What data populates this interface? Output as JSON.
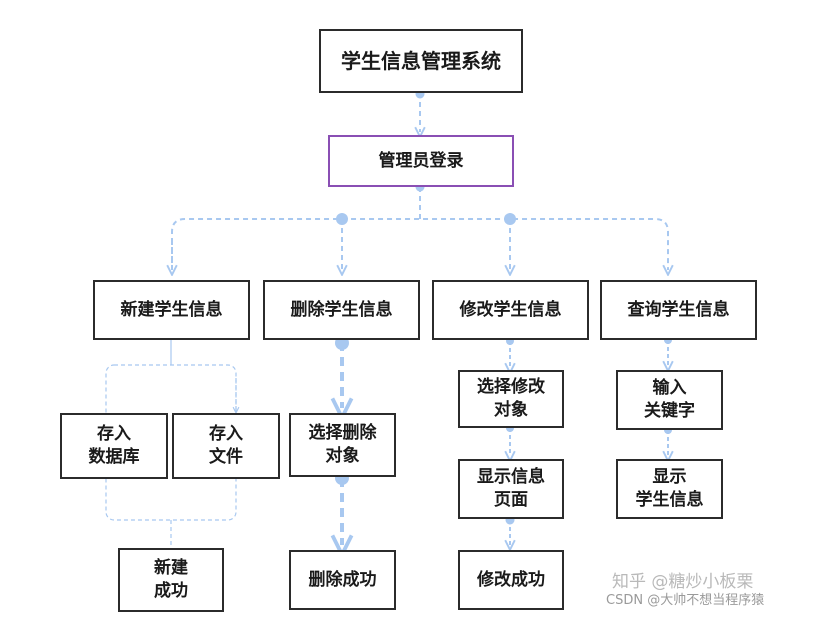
{
  "nodes": {
    "root": "学生信息管理系统",
    "login": "管理员登录",
    "create": "新建学生信息",
    "delete": "删除学生信息",
    "modify": "修改学生信息",
    "query": "查询学生信息",
    "save_db": "存入\n数据库",
    "save_file": "存入\n文件",
    "create_done": "新建\n成功",
    "delete_select": "选择删除\n对象",
    "delete_done": "删除成功",
    "modify_select": "选择修改\n对象",
    "modify_show": "显示信息\n页面",
    "modify_done": "修改成功",
    "query_input": "输入\n关键字",
    "query_show": "显示\n学生信息"
  },
  "watermark": {
    "line1": "知乎 @糖炒小板栗",
    "line2": "CSDN @大帅不想当程序猿"
  },
  "colors": {
    "connector": "#a8c8f0",
    "connector_dot": "#a8c8f0",
    "box_border": "#2b2b2b",
    "login_border": "#8a4fb4"
  }
}
